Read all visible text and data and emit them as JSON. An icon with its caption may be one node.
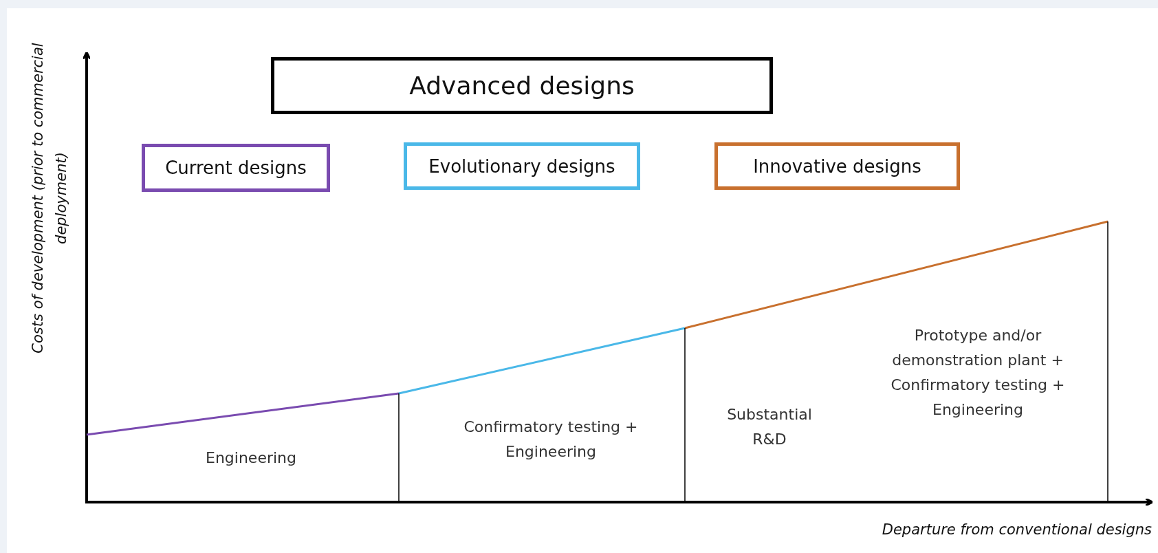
{
  "diagram": {
    "nodes": [
      {
        "text": [
          "Advanced designs"
        ]
      },
      {
        "text": [
          "Current designs"
        ]
      },
      {
        "text": [
          "Evolutionary designs"
        ]
      },
      {
        "text": [
          "Innovative designs"
        ]
      }
    ],
    "labels": [
      "Costs of development (prior to commercial deployment)",
      "Engineering",
      "Confirmatory testing + Engineering",
      "Substantial R&D",
      "Prototype and/or demonstration plant + Confirmatory testing + Engineering",
      "Departure from conventional designs"
    ]
  }
}
